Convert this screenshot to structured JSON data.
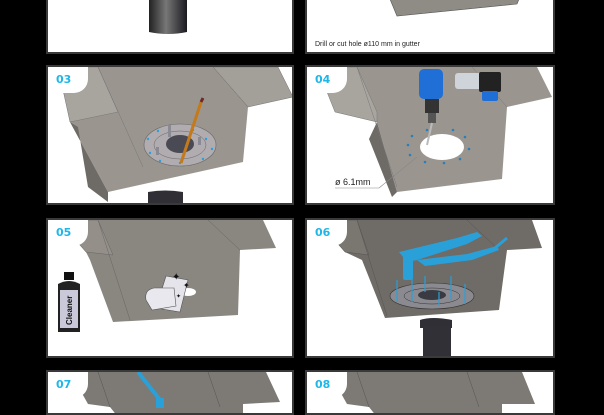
{
  "document": {
    "type": "installation-instructions",
    "steps": [
      {
        "id": "01",
        "number": "",
        "caption": "",
        "visible": "partial-bottom"
      },
      {
        "id": "02",
        "number": "",
        "caption": "Drill or cut hole ø110 mm in gutter",
        "visible": "partial-bottom"
      },
      {
        "id": "03",
        "number": "03",
        "caption": "",
        "illustration": "mark-holes-with-pencil-around-flange"
      },
      {
        "id": "04",
        "number": "04",
        "caption": "",
        "illustration": "drill-holes-with-cordless-drill",
        "dimension_label": "ø 6.1mm"
      },
      {
        "id": "05",
        "number": "05",
        "caption": "",
        "illustration": "clean-surface-with-cleaner",
        "bottle_label": "Cleaner"
      },
      {
        "id": "06",
        "number": "06",
        "caption": "",
        "illustration": "rivet-flange-with-rivet-gun"
      },
      {
        "id": "07",
        "number": "07",
        "caption": "",
        "illustration": "apply-sealant",
        "visible": "partial-top"
      },
      {
        "id": "08",
        "number": "08",
        "caption": "",
        "illustration": "gutter",
        "visible": "partial-top"
      }
    ]
  },
  "colors": {
    "step_number": "#1fb6e8",
    "gutter": "#8f8b85",
    "gutter_dark": "#6e6a65",
    "pipe": "#2f2f35",
    "drill_blue": "#1f6fd6",
    "tool_blue": "#2aa0d8",
    "background": "#000000",
    "panel": "#ffffff"
  }
}
